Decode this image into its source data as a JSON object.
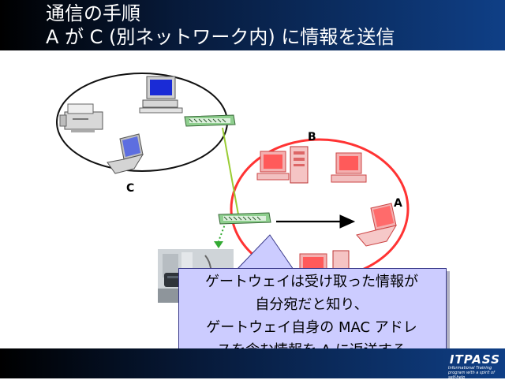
{
  "slide": {
    "title_line1": "通信の手順",
    "title_line2": "A が C (別ネットワーク内) に情報を送信",
    "label_b": "B",
    "label_a": "A",
    "label_c": "C",
    "callout_lines": [
      "ゲートウェイは受け取った情報が",
      "自分宛だと知り、",
      "ゲートウェイ自身の MAC アドレ",
      "スを含む情報を A に返送する"
    ],
    "logo": "ITPASS",
    "logo_tagline": "Informational Training program with a spirit of self-help"
  },
  "colors": {
    "header_dark": "#000000",
    "header_blue": "#0f3f86",
    "red_network": "#ff3333",
    "callout_fill": "#ccccff",
    "link_green": "#99cc33",
    "arrow_green": "#33aa33"
  },
  "icons": [
    "printer-icon",
    "desktop-computer-icon",
    "laptop-icon",
    "network-switch-icon",
    "server-tower-icon",
    "arrow-icon"
  ]
}
